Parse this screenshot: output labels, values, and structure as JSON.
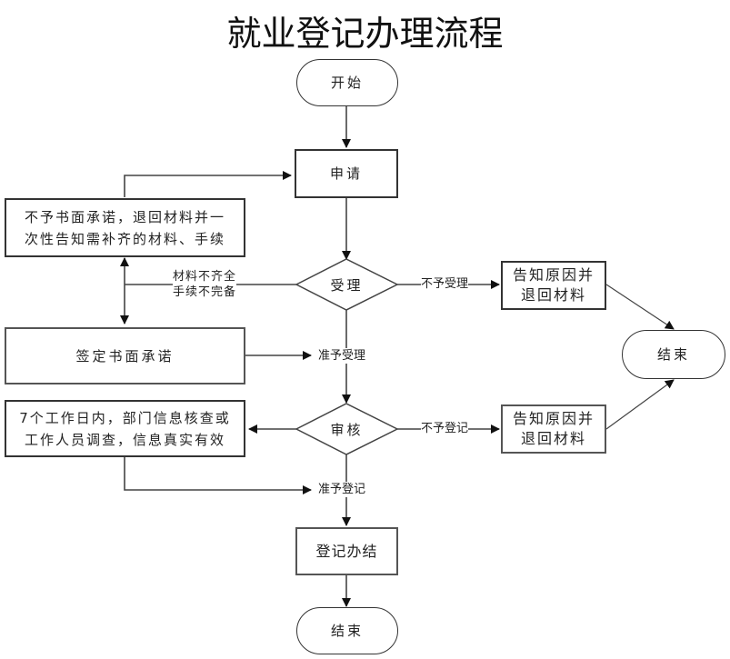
{
  "title": "就业登记办理流程",
  "nodes": {
    "start": {
      "label": "开始",
      "shape": "terminator"
    },
    "apply": {
      "label": "申请",
      "shape": "process"
    },
    "reject_note": {
      "label_lines": [
        "不予书面承诺，退回材料并一",
        "次性告知需补齐的材料、手续"
      ],
      "shape": "process"
    },
    "accept": {
      "label": "受理",
      "shape": "decision"
    },
    "reject_accept": {
      "label_lines": [
        "告知原因并",
        "退回材料"
      ],
      "shape": "process"
    },
    "sign_promise": {
      "label": "签定书面承诺",
      "shape": "process"
    },
    "end_right": {
      "label": "结束",
      "shape": "terminator"
    },
    "investigate": {
      "label_lines": [
        "7个工作日内，部门信息核查或",
        "工作人员调查，信息真实有效"
      ],
      "shape": "process"
    },
    "review": {
      "label": "审核",
      "shape": "decision"
    },
    "reject_register": {
      "label_lines": [
        "告知原因并",
        "退回材料"
      ],
      "shape": "process"
    },
    "complete": {
      "label": "登记办结",
      "shape": "process"
    },
    "end_bottom": {
      "label": "结束",
      "shape": "terminator"
    }
  },
  "edge_labels": {
    "materials_incomplete": [
      "材料不齐全",
      "手续不完备"
    ],
    "not_accepted": "不予受理",
    "accepted": "准予受理",
    "not_registered": "不予登记",
    "registered": "准予登记"
  },
  "colors": {
    "line": "#444444",
    "border": "#555555",
    "text": "#222222"
  }
}
